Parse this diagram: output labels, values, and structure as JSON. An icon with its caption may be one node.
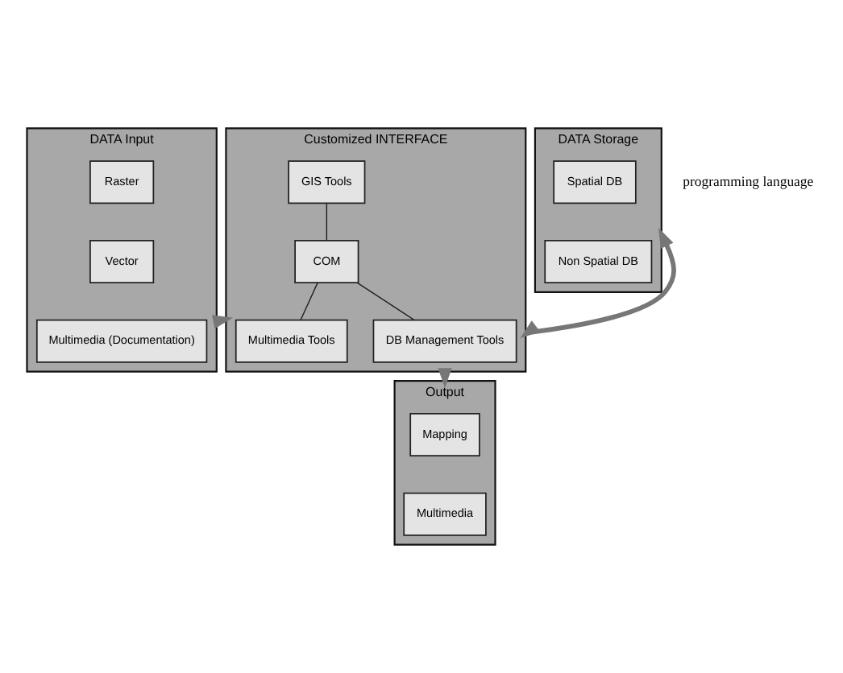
{
  "diagram": {
    "nodes": [
      {
        "text": [
          "DATA Input"
        ]
      },
      {
        "text": [
          "Raster"
        ],
        "in": 0
      },
      {
        "text": [
          "Vector"
        ],
        "in": 0
      },
      {
        "text": [
          "Multimedia (Documentation)"
        ],
        "in": 0
      },
      {
        "text": [
          "Customized INTERFACE"
        ]
      },
      {
        "text": [
          "GIS Tools"
        ],
        "in": 4
      },
      {
        "text": [
          "COM"
        ],
        "in": 4
      },
      {
        "text": [
          "Multimedia Tools"
        ],
        "in": 4
      },
      {
        "text": [
          "DB Management Tools"
        ],
        "in": 4
      },
      {
        "text": [
          "DATA Storage"
        ]
      },
      {
        "text": [
          "Spatial DB"
        ],
        "in": 9
      },
      {
        "text": [
          "Non Spatial DB"
        ],
        "in": 9
      },
      {
        "text": [
          "Output"
        ]
      },
      {
        "text": [
          "Mapping"
        ],
        "in": 12
      },
      {
        "text": [
          "Multimedia"
        ],
        "in": 12
      }
    ],
    "edges": [
      {
        "from": 0,
        "to": 4,
        "arrow": "to",
        "style": "thick"
      },
      {
        "from": 4,
        "to": 9,
        "arrow": "both",
        "style": "thick"
      },
      {
        "from": 4,
        "to": 12,
        "arrow": "to",
        "style": "thick"
      },
      {
        "from": 5,
        "to": 6,
        "arrow": "none"
      },
      {
        "from": 6,
        "to": 7,
        "arrow": "none"
      },
      {
        "from": 6,
        "to": 8,
        "arrow": "none"
      }
    ],
    "labels": [
      "programming language"
    ]
  }
}
